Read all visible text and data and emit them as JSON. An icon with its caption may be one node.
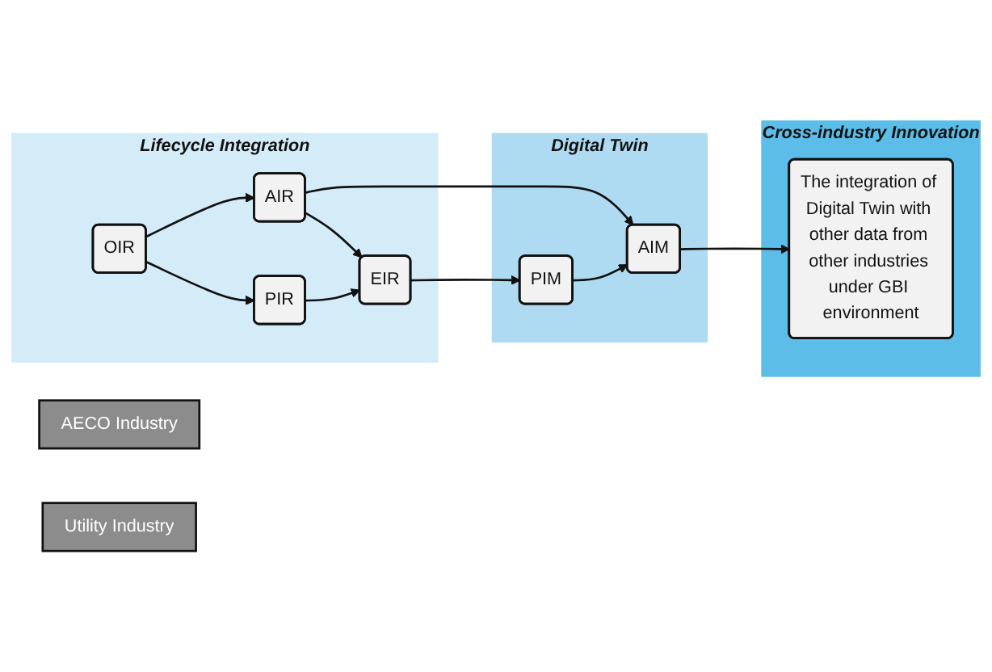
{
  "diagram": {
    "nodes": [
      {
        "text": [
          "Lifecycle Integration"
        ]
      },
      {
        "text": [
          "OIR"
        ],
        "in": 0
      },
      {
        "text": [
          "AIR"
        ],
        "in": 0
      },
      {
        "text": [
          "PIR"
        ],
        "in": 0
      },
      {
        "text": [
          "EIR"
        ],
        "in": 0
      },
      {
        "text": [
          "Digital Twin"
        ]
      },
      {
        "text": [
          "AIM"
        ],
        "in": 5
      },
      {
        "text": [
          "PIM"
        ],
        "in": 5
      },
      {
        "text": [
          "Cross-industry Innovation"
        ]
      },
      {
        "text": [
          "The integration of Digital Twin with other data from other industries under GBI environment"
        ],
        "in": 8
      },
      {
        "text": [
          "AECO Industry"
        ]
      },
      {
        "text": [
          "Utility Industry"
        ]
      }
    ],
    "edges": [
      {
        "from": 1,
        "to": 2,
        "arrow": "to"
      },
      {
        "from": 1,
        "to": 3,
        "arrow": "to"
      },
      {
        "from": 2,
        "to": 4,
        "arrow": "to"
      },
      {
        "from": 3,
        "to": 4,
        "arrow": "to"
      },
      {
        "from": 2,
        "to": 6,
        "arrow": "to"
      },
      {
        "from": 4,
        "to": 7,
        "arrow": "to"
      },
      {
        "from": 7,
        "to": 6,
        "arrow": "to"
      },
      {
        "from": 6,
        "to": 9,
        "arrow": "to"
      }
    ]
  }
}
